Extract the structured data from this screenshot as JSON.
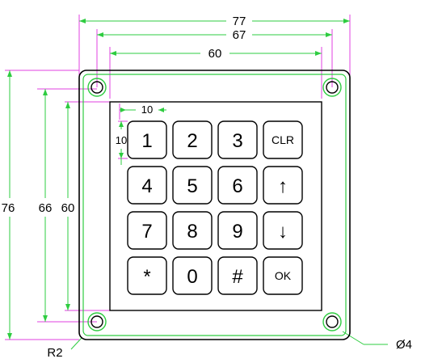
{
  "dimensions": {
    "top": [
      "77",
      "67",
      "60"
    ],
    "left": [
      "76",
      "66",
      "60"
    ],
    "key_pitch_h": "10",
    "key_pitch_v": "10",
    "corner_radius": "R2",
    "hole_diameter": "Ø4"
  },
  "keys": [
    [
      "1",
      "2",
      "3",
      "CLR"
    ],
    [
      "4",
      "5",
      "6",
      "↑"
    ],
    [
      "7",
      "8",
      "9",
      "↓"
    ],
    [
      "*",
      "0",
      "#",
      "OK"
    ]
  ],
  "colors": {
    "dimension_lines": "#2ecc40",
    "extension_lines": "#e040e0",
    "outline": "#000000"
  }
}
